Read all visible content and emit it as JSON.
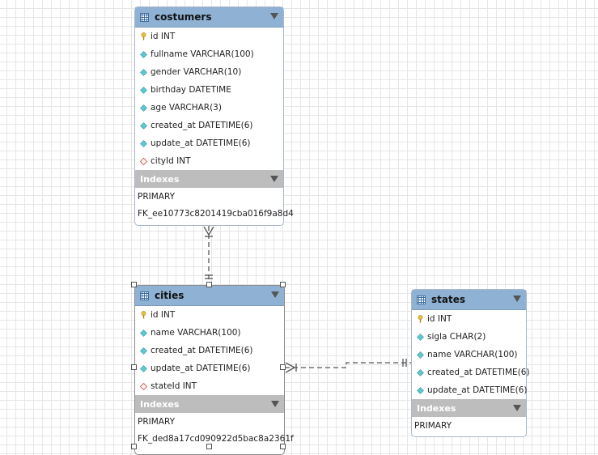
{
  "tables": {
    "costumers": {
      "name": "costumers",
      "columns": [
        {
          "label": "id INT",
          "icon": "primary-key-icon"
        },
        {
          "label": "fullname VARCHAR(100)",
          "icon": "column-diamond-icon"
        },
        {
          "label": "gender VARCHAR(10)",
          "icon": "column-diamond-icon"
        },
        {
          "label": "birthday DATETIME",
          "icon": "column-diamond-icon"
        },
        {
          "label": "age VARCHAR(3)",
          "icon": "column-diamond-icon"
        },
        {
          "label": "created_at DATETIME(6)",
          "icon": "column-diamond-icon"
        },
        {
          "label": "update_at DATETIME(6)",
          "icon": "column-diamond-icon"
        },
        {
          "label": "cityId INT",
          "icon": "foreign-key-diamond-icon"
        }
      ],
      "indexes_label": "Indexes",
      "indexes": [
        "PRIMARY",
        "FK_ee10773c8201419cba016f9a8d4"
      ]
    },
    "cities": {
      "name": "cities",
      "columns": [
        {
          "label": "id INT",
          "icon": "primary-key-icon"
        },
        {
          "label": "name VARCHAR(100)",
          "icon": "column-diamond-icon"
        },
        {
          "label": "created_at DATETIME(6)",
          "icon": "column-diamond-icon"
        },
        {
          "label": "update_at DATETIME(6)",
          "icon": "column-diamond-icon"
        },
        {
          "label": "stateId INT",
          "icon": "foreign-key-diamond-icon"
        }
      ],
      "indexes_label": "Indexes",
      "indexes": [
        "PRIMARY",
        "FK_ded8a17cd090922d5bac8a2361f"
      ]
    },
    "states": {
      "name": "states",
      "columns": [
        {
          "label": "id INT",
          "icon": "primary-key-icon"
        },
        {
          "label": "sigla CHAR(2)",
          "icon": "column-diamond-icon"
        },
        {
          "label": "name VARCHAR(100)",
          "icon": "column-diamond-icon"
        },
        {
          "label": "created_at DATETIME(6)",
          "icon": "column-diamond-icon"
        },
        {
          "label": "update_at DATETIME(6)",
          "icon": "column-diamond-icon"
        }
      ],
      "indexes_label": "Indexes",
      "indexes": [
        "PRIMARY"
      ]
    }
  },
  "relationships": [
    {
      "from": "costumers",
      "to": "cities",
      "type": "many-to-one"
    },
    {
      "from": "cities",
      "to": "states",
      "type": "many-to-one"
    }
  ],
  "colors": {
    "header": "#8fb2d4",
    "indexes_header": "#bdbdbd",
    "key": "#e8c23a",
    "diamond": "#5fc7cf",
    "fk_diamond": "#d9534f",
    "connector": "#555555",
    "grid": "#e6e6e6"
  }
}
